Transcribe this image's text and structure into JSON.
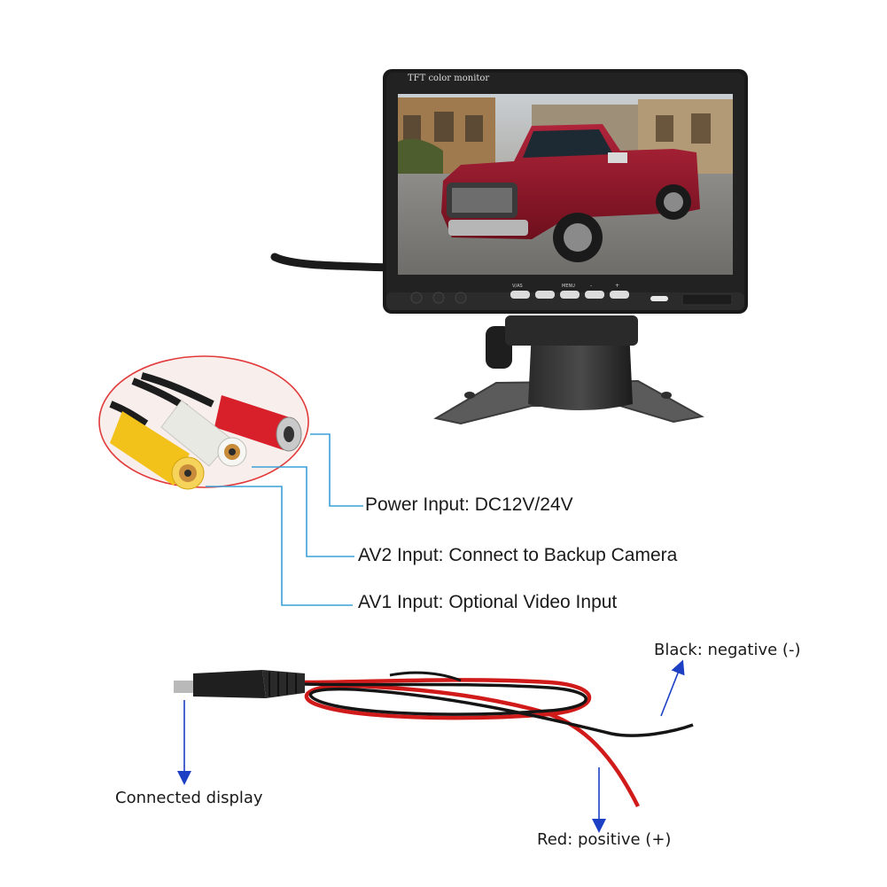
{
  "monitor": {
    "bezel_text": "TFT color monitor",
    "buttons": [
      "V/AS",
      "",
      "MENU",
      "-",
      "+"
    ]
  },
  "labels": {
    "power_input": "Power Input: DC12V/24V",
    "av2_input": "AV2 Input: Connect to Backup Camera",
    "av1_input": "AV1 Input: Optional Video Input",
    "black_wire": "Black: negative (-)",
    "red_wire": "Red: positive (+)",
    "connected_display": "Connected display"
  },
  "colors": {
    "leader_line": "#3aa0d8",
    "arrow": "#1d3fc4",
    "rca_yellow": "#f2c21a",
    "rca_white": "#e9e9e4",
    "rca_red": "#d8202a",
    "highlight_ellipse": "#e23a3a"
  }
}
